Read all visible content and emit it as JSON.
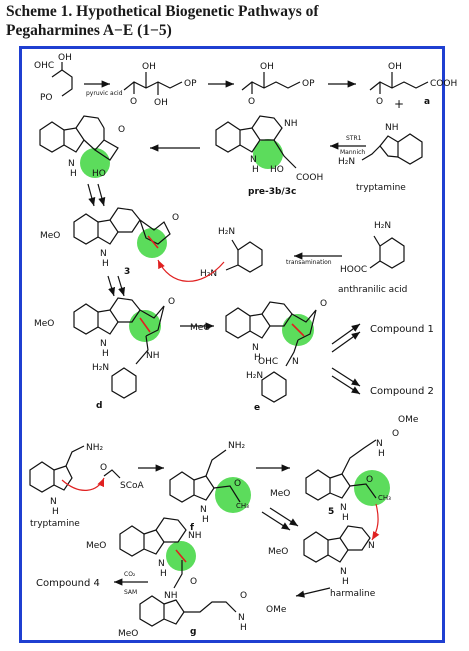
{
  "title_line1": "Scheme 1. Hypothetical Biogenetic Pathways of",
  "title_line2": "Pegaharmines A−E (1−5)",
  "colors": {
    "frame": "#1f3fd1",
    "highlight": "#3fd63f",
    "bond_red": "#e02020",
    "ink": "#111111"
  },
  "labels": {
    "ohc": "OHC",
    "po": "PO",
    "oh": "OH",
    "op": "OP",
    "o": "O",
    "cooh": "COOH",
    "nh": "NH",
    "nh2": "NH",
    "h": "H",
    "n": "N",
    "h2n": "H₂N",
    "nh2t": "NH₂",
    "ho": "HO",
    "meo": "MeO",
    "hooc": "HOOC",
    "ohc_n": "OHC",
    "ome": "OMe",
    "scoa": "SCoA",
    "ch3": "CH₃",
    "plus": "+",
    "pyruvic_acid": "pyruvic acid",
    "str1": "STR1",
    "mannich": "Mannich",
    "transamination": "transamination",
    "co2": "CO₂",
    "sam": "SAM",
    "a": "a",
    "pre3b3c": "pre-3b/3c",
    "tryptamine": "tryptamine",
    "anthranilic_acid": "anthranilic acid",
    "c3": "3",
    "d": "d",
    "e": "e",
    "f": "f",
    "c5": "5",
    "g": "g",
    "harmaline": "harmaline",
    "compound1": "Compound 1",
    "compound2": "Compound 2",
    "compound4": "Compound 4"
  }
}
